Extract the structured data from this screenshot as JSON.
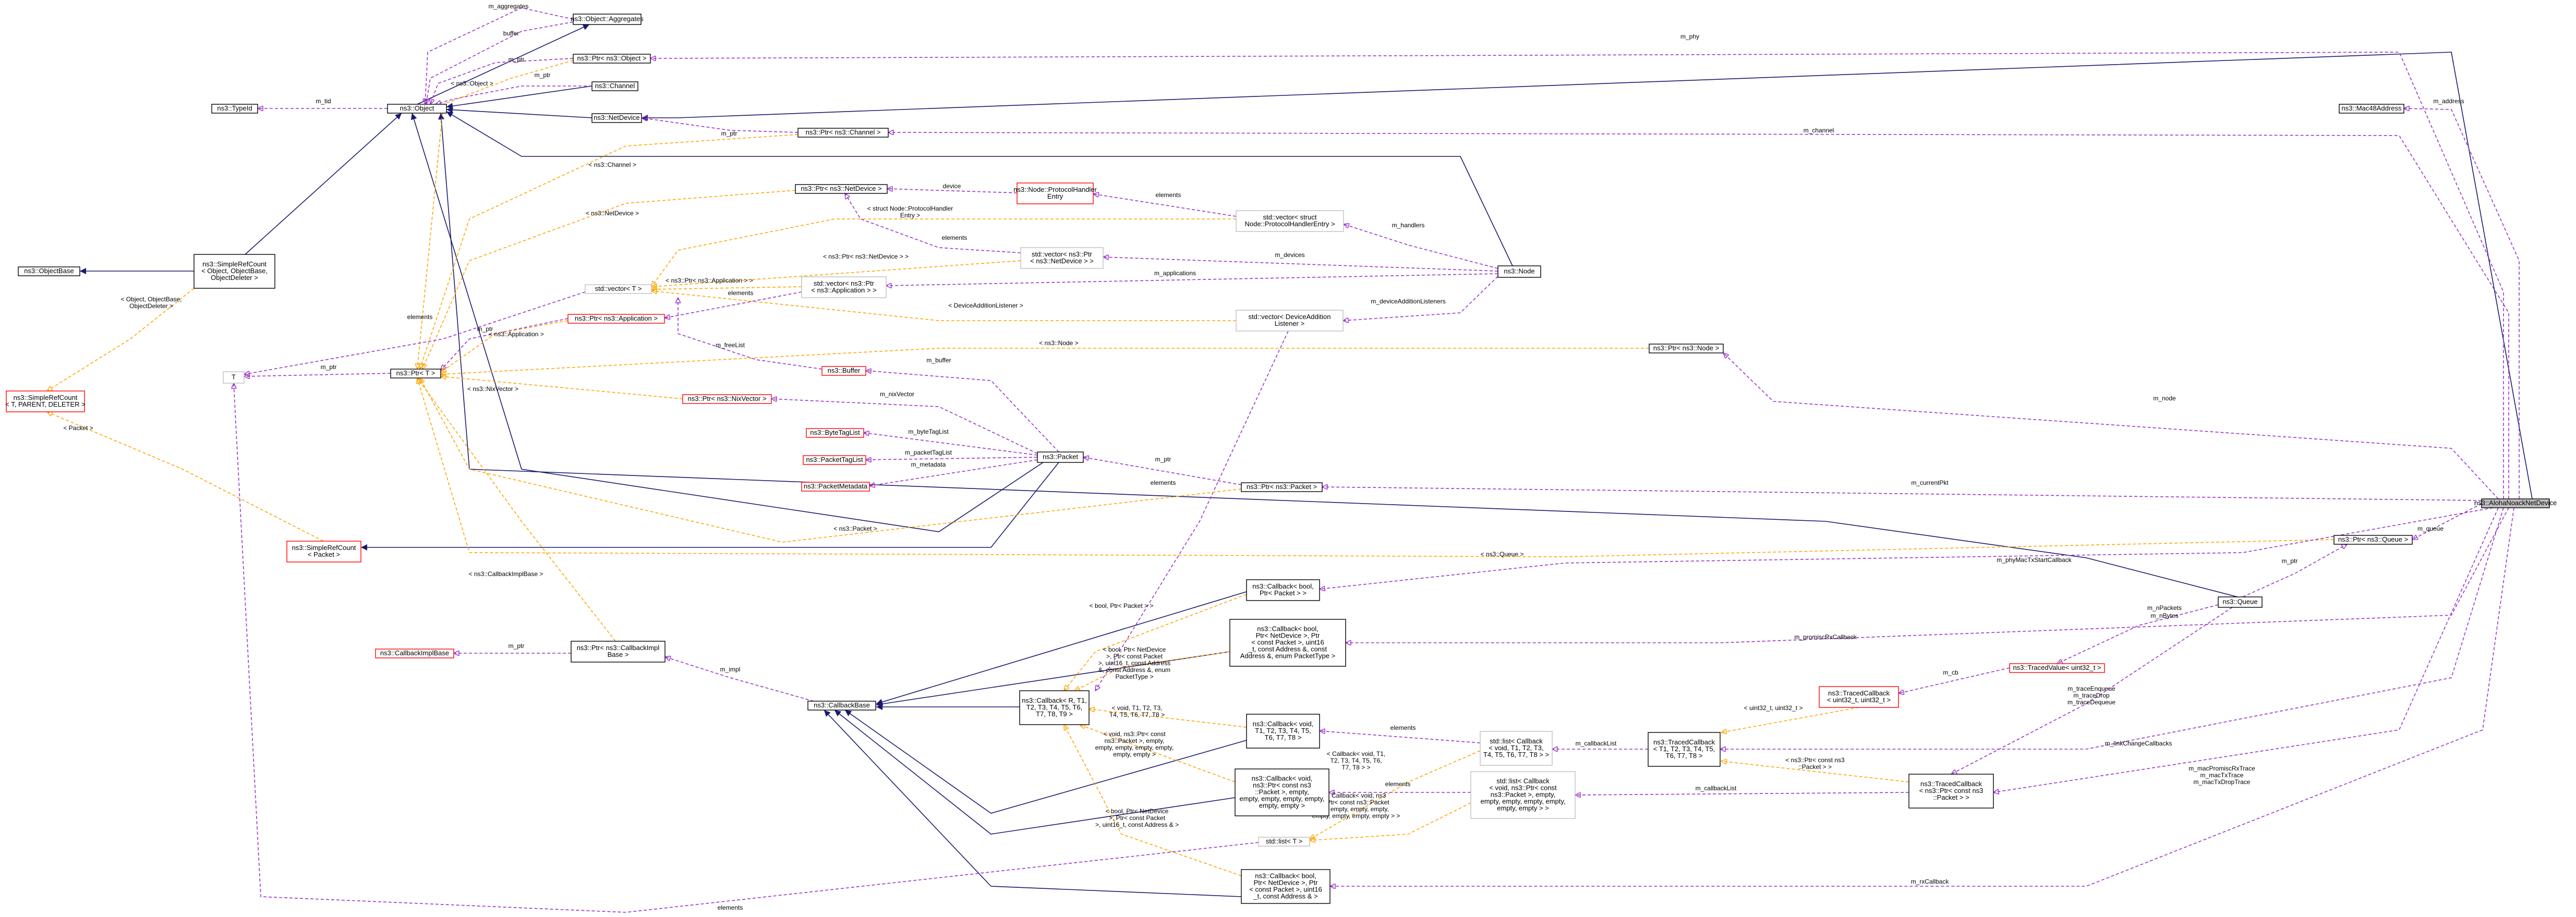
{
  "diagram": {
    "colors": {
      "inheritance": "#191970",
      "usage": "#9a32cd",
      "template": "#ffa500",
      "node_border": "#000000",
      "undocumented_border": "#ff0000",
      "gray_border": "#bfbfbf",
      "focus_fill": "#bfbfbf"
    },
    "nodes": [
      {
        "id": "aloha",
        "lines": [
          "ns3::AlohaNoackNetDevice"
        ],
        "style": "sel"
      },
      {
        "id": "aggregates",
        "lines": [
          "ns3::Object::Aggregates"
        ],
        "style": "normal"
      },
      {
        "id": "ptrobject",
        "lines": [
          "ns3::Ptr< ns3::Object >"
        ],
        "style": "normal"
      },
      {
        "id": "channel",
        "lines": [
          "ns3::Channel"
        ],
        "style": "normal"
      },
      {
        "id": "object",
        "lines": [
          "ns3::Object"
        ],
        "style": "normal"
      },
      {
        "id": "typeid",
        "lines": [
          "ns3::TypeId"
        ],
        "style": "normal"
      },
      {
        "id": "netdevice",
        "lines": [
          "ns3::NetDevice"
        ],
        "style": "normal"
      },
      {
        "id": "ptrchannel",
        "lines": [
          "ns3::Ptr< ns3::Channel >"
        ],
        "style": "normal"
      },
      {
        "id": "mac48",
        "lines": [
          "ns3::Mac48Address"
        ],
        "style": "normal"
      },
      {
        "id": "ptrnetdevice",
        "lines": [
          "ns3::Ptr< ns3::NetDevice >"
        ],
        "style": "normal"
      },
      {
        "id": "protoentry",
        "lines": [
          "ns3::Node::ProtocolHandler",
          "Entry"
        ],
        "style": "red"
      },
      {
        "id": "vecproto",
        "lines": [
          "std::vector< struct",
          "Node::ProtocolHandlerEntry >"
        ],
        "style": "gray"
      },
      {
        "id": "objectbase",
        "lines": [
          "ns3::ObjectBase"
        ],
        "style": "normal"
      },
      {
        "id": "simplerefobj",
        "lines": [
          "ns3::SimpleRefCount",
          "< Object, ObjectBase,",
          "ObjectDeleter >"
        ],
        "style": "normal"
      },
      {
        "id": "vecptrnetdev",
        "lines": [
          "std::vector< ns3::Ptr",
          "< ns3::NetDevice > >"
        ],
        "style": "gray"
      },
      {
        "id": "node",
        "lines": [
          "ns3::Node"
        ],
        "style": "normal"
      },
      {
        "id": "vecT",
        "lines": [
          "std::vector< T >"
        ],
        "style": "gray"
      },
      {
        "id": "vecptrapp",
        "lines": [
          "std::vector< ns3::Ptr",
          "< ns3::Application > >"
        ],
        "style": "gray"
      },
      {
        "id": "ptrapp",
        "lines": [
          "ns3::Ptr< ns3::Application >"
        ],
        "style": "red"
      },
      {
        "id": "vecdal",
        "lines": [
          "std::vector< DeviceAddition",
          "Listener >"
        ],
        "style": "gray"
      },
      {
        "id": "T",
        "lines": [
          "T"
        ],
        "style": "gray"
      },
      {
        "id": "ptrT",
        "lines": [
          "ns3::Ptr< T >"
        ],
        "style": "normal"
      },
      {
        "id": "buffer",
        "lines": [
          "ns3::Buffer"
        ],
        "style": "red"
      },
      {
        "id": "ptrnode",
        "lines": [
          "ns3::Ptr< ns3::Node >"
        ],
        "style": "normal"
      },
      {
        "id": "simplerefT",
        "lines": [
          "ns3::SimpleRefCount",
          "< T, PARENT, DELETER >"
        ],
        "style": "red"
      },
      {
        "id": "ptrnixvector",
        "lines": [
          "ns3::Ptr< ns3::NixVector >"
        ],
        "style": "red"
      },
      {
        "id": "bytetag",
        "lines": [
          "ns3::ByteTagList"
        ],
        "style": "red"
      },
      {
        "id": "packettag",
        "lines": [
          "ns3::PacketTagList"
        ],
        "style": "red"
      },
      {
        "id": "packet",
        "lines": [
          "ns3::Packet"
        ],
        "style": "normal"
      },
      {
        "id": "packetmeta",
        "lines": [
          "ns3::PacketMetadata"
        ],
        "style": "red"
      },
      {
        "id": "ptrpacket",
        "lines": [
          "ns3::Ptr< ns3::Packet >"
        ],
        "style": "normal"
      },
      {
        "id": "simplerefpkt",
        "lines": [
          "ns3::SimpleRefCount",
          "< Packet >"
        ],
        "style": "red"
      },
      {
        "id": "ptrqueue",
        "lines": [
          "ns3::Ptr< ns3::Queue >"
        ],
        "style": "normal"
      },
      {
        "id": "cbboolptr",
        "lines": [
          "ns3::Callback< bool,",
          "Ptr< Packet > >"
        ],
        "style": "normal"
      },
      {
        "id": "queue",
        "lines": [
          "ns3::Queue"
        ],
        "style": "normal"
      },
      {
        "id": "cbimplbase",
        "lines": [
          "ns3::CallbackImplBase"
        ],
        "style": "red"
      },
      {
        "id": "ptrcbimpl",
        "lines": [
          "ns3::Ptr< ns3::CallbackImpl",
          "Base >"
        ],
        "style": "normal"
      },
      {
        "id": "cbboolnetdev",
        "lines": [
          "ns3::Callback< bool,",
          "Ptr< NetDevice >, Ptr",
          "< const Packet >, uint16",
          "_t, const Address &, const",
          "Address &, enum PacketType >"
        ],
        "style": "normal"
      },
      {
        "id": "tracedvalue",
        "lines": [
          "ns3::TracedValue< uint32_t >"
        ],
        "style": "red"
      },
      {
        "id": "callbackbase",
        "lines": [
          "ns3::CallbackBase"
        ],
        "style": "normal"
      },
      {
        "id": "cbRT",
        "lines": [
          "ns3::Callback< R, T1,",
          "T2, T3, T4, T5, T6,",
          "T7, T8, T9 >"
        ],
        "style": "normal"
      },
      {
        "id": "tracedcbu32",
        "lines": [
          "ns3::TracedCallback",
          "< uint32_t, uint32_t >"
        ],
        "style": "red"
      },
      {
        "id": "cbvoidT",
        "lines": [
          "ns3::Callback< void,",
          "T1, T2, T3, T4, T5,",
          "T6, T7, T8 >"
        ],
        "style": "normal"
      },
      {
        "id": "listcbvoid",
        "lines": [
          "std::list< Callback",
          "< void, T1, T2, T3,",
          "T4, T5, T6, T7, T8 > >"
        ],
        "style": "gray"
      },
      {
        "id": "tracedcbT",
        "lines": [
          "ns3::TracedCallback",
          "< T1, T2, T3, T4, T5,",
          "T6, T7, T8 >"
        ],
        "style": "normal"
      },
      {
        "id": "cbvoidpkt",
        "lines": [
          "ns3::Callback< void,",
          "ns3::Ptr< const ns3",
          "::Packet >, empty,",
          "empty, empty, empty, empty,",
          "empty, empty >"
        ],
        "style": "normal"
      },
      {
        "id": "listcbpkt",
        "lines": [
          "std::list< Callback",
          "< void, ns3::Ptr< const",
          "ns3::Packet >, empty,",
          "empty, empty, empty, empty,",
          "empty, empty > >"
        ],
        "style": "gray"
      },
      {
        "id": "tracedcbpkt",
        "lines": [
          "ns3::TracedCallback",
          "< ns3::Ptr< const ns3",
          "::Packet > >"
        ],
        "style": "normal"
      },
      {
        "id": "listT",
        "lines": [
          "std::list< T >"
        ],
        "style": "gray"
      },
      {
        "id": "cbboolptrnd",
        "lines": [
          "ns3::Callback< bool,",
          "Ptr< NetDevice >, Ptr",
          "< const Packet >, uint16",
          "_t, const Address & >"
        ],
        "style": "normal"
      }
    ],
    "edges": [
      {
        "label": [
          "m_aggregates"
        ]
      },
      {
        "label": [
          "buffer"
        ]
      },
      {
        "label": [
          "m_ptr"
        ]
      },
      {
        "label": [
          "m_ptr"
        ]
      },
      {
        "label": [
          "< ns3::Object >"
        ]
      },
      {
        "label": [
          "m_tid"
        ]
      },
      {
        "label": [
          "m_phy"
        ]
      },
      {
        "label": [
          "m_address"
        ]
      },
      {
        "label": [
          "m_channel"
        ]
      },
      {
        "label": [
          "m_ptr"
        ]
      },
      {
        "label": [
          "< ns3::Channel >"
        ]
      },
      {
        "label": [
          "< ns3::NetDevice >"
        ]
      },
      {
        "label": [
          "device"
        ]
      },
      {
        "label": [
          "elements"
        ]
      },
      {
        "label": [
          "< struct Node::ProtocolHandler",
          "Entry >"
        ]
      },
      {
        "label": [
          "elements"
        ]
      },
      {
        "label": [
          "m_handlers"
        ]
      },
      {
        "label": [
          "< ns3::Ptr< ns3::NetDevice > >"
        ]
      },
      {
        "label": [
          "m_devices"
        ]
      },
      {
        "label": [
          "m_applications"
        ]
      },
      {
        "label": [
          "< ns3::Ptr< ns3::Application > >"
        ]
      },
      {
        "label": [
          "elements"
        ]
      },
      {
        "label": [
          "< DeviceAdditionListener >"
        ]
      },
      {
        "label": [
          "m_deviceAdditionListeners"
        ]
      },
      {
        "label": [
          "elements"
        ]
      },
      {
        "label": [
          "< Object, ObjectBase,",
          "ObjectDeleter >"
        ]
      },
      {
        "label": [
          "m_ptr"
        ]
      },
      {
        "label": [
          "m_ptr"
        ]
      },
      {
        "label": [
          "< ns3::Application >"
        ]
      },
      {
        "label": [
          "m_freeList"
        ]
      },
      {
        "label": [
          "< ns3::Node >"
        ]
      },
      {
        "label": [
          "m_buffer"
        ]
      },
      {
        "label": [
          "< ns3::NixVector >"
        ]
      },
      {
        "label": [
          "m_nixVector"
        ]
      },
      {
        "label": [
          "m_node"
        ]
      },
      {
        "label": [
          "< Packet >"
        ]
      },
      {
        "label": [
          "m_byteTagList"
        ]
      },
      {
        "label": [
          "m_packetTagList"
        ]
      },
      {
        "label": [
          "m_metadata"
        ]
      },
      {
        "label": [
          "m_ptr"
        ]
      },
      {
        "label": [
          "elements"
        ]
      },
      {
        "label": [
          "m_currentPkt"
        ]
      },
      {
        "label": [
          "< ns3::Packet >"
        ]
      },
      {
        "label": [
          "< ns3::Queue >"
        ]
      },
      {
        "label": [
          "m_queue"
        ]
      },
      {
        "label": [
          "m_phyMacTxStartCallback"
        ]
      },
      {
        "label": [
          "m_ptr"
        ]
      },
      {
        "label": [
          "< ns3::CallbackImplBase >"
        ]
      },
      {
        "label": [
          "< bool, Ptr< Packet > >"
        ]
      },
      {
        "label": [
          "m_nPackets",
          "m_nBytes"
        ]
      },
      {
        "label": [
          "m_promiscRxCallback"
        ]
      },
      {
        "label": [
          "m_ptr"
        ]
      },
      {
        "label": [
          "m_impl"
        ]
      },
      {
        "label": [
          "< bool, Ptr< NetDevice",
          ">, Ptr< const Packet",
          ">, uint16_t, const Address",
          "&, const Address &, enum",
          "PacketType >"
        ]
      },
      {
        "label": [
          "m_cb"
        ]
      },
      {
        "label": [
          "m_traceEnqueue",
          "m_traceDrop",
          "m_traceDequeue"
        ]
      },
      {
        "label": [
          "< void, T1, T2, T3,",
          "T4, T5, T6, T7, T8 >"
        ]
      },
      {
        "label": [
          "< uint32_t, uint32_t >"
        ]
      },
      {
        "label": [
          "elements"
        ]
      },
      {
        "label": [
          "m_callbackList"
        ]
      },
      {
        "label": [
          "< void, ns3::Ptr< const",
          "ns3::Packet >, empty,",
          "empty, empty, empty, empty,",
          "empty, empty >"
        ]
      },
      {
        "label": [
          "< Callback< void, T1,",
          "T2, T3, T4, T5, T6,",
          "T7, T8 > >"
        ]
      },
      {
        "label": [
          "m_linkChangeCallbacks"
        ]
      },
      {
        "label": [
          "< ns3::Ptr< const ns3",
          "::Packet > >"
        ]
      },
      {
        "label": [
          "elements"
        ]
      },
      {
        "label": [
          "m_callbackList"
        ]
      },
      {
        "label": [
          "< bool, Ptr< NetDevice",
          ">, Ptr< const Packet",
          ">, uint16_t, const Address & >"
        ]
      },
      {
        "label": [
          "< Callback< void, ns3",
          "::Ptr< const ns3::Packet",
          ">, empty, empty, empty,",
          "empty, empty, empty, empty > >"
        ]
      },
      {
        "label": [
          "m_macPromiscRxTrace",
          "m_macTxTrace",
          "m_macTxDropTrace"
        ]
      },
      {
        "label": [
          "elements"
        ]
      },
      {
        "label": [
          "m_rxCallback"
        ]
      }
    ]
  }
}
